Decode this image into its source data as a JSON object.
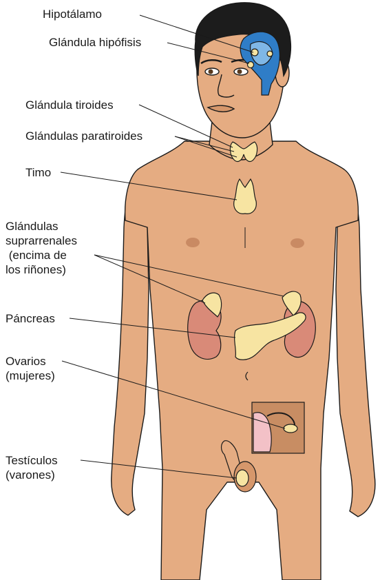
{
  "colors": {
    "skin": "#e5ac82",
    "skin_dark": "#d6976b",
    "outline": "#1a1a1a",
    "hair": "#1c1c1c",
    "brain": "#2f7dc7",
    "gland_yellow": "#f7e4a2",
    "kidney": "#d98a78",
    "ovary_box": "#c88d63",
    "uterus": "#f3c1c7",
    "nipple": "#c98a63",
    "background": "#ffffff"
  },
  "labels": {
    "hypothalamus": "Hipotálamo",
    "pituitary": "Glándula hipófisis",
    "thyroid": "Glándula tiroides",
    "parathyroids": "Glándulas paratiroides",
    "thymus": "Timo",
    "adrenals": {
      "line1": "Glándulas",
      "line2": "suprarrenales",
      "line3": " (encima de",
      "line4": "los riñones)"
    },
    "pancreas": "Páncreas",
    "ovaries": {
      "line1": "Ovarios",
      "line2": "(mujeres)"
    },
    "testes": {
      "line1": "Testículos",
      "line2": "(varones)"
    }
  }
}
